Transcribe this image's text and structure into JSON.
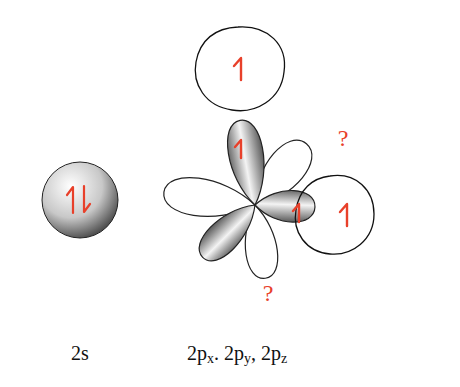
{
  "diagram": {
    "labels": [
      "2s",
      "2p",
      "x",
      ". 2p",
      "y",
      ", 2p",
      "z",
      "?",
      "?"
    ]
  }
}
